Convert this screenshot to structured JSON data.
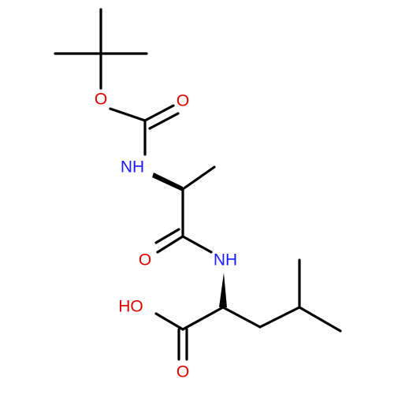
{
  "atoms": {
    "o_ether": "O",
    "o_carbonyl_top": "O",
    "nh_boc": "NH",
    "o_amide": "O",
    "nh_amide": "NH",
    "oh_acid": "HO",
    "o_acid": "O"
  },
  "colors": {
    "carbon_bond": "#000000",
    "oxygen": "#e00000",
    "nitrogen": "#1a1aff",
    "background": "#ffffff"
  }
}
